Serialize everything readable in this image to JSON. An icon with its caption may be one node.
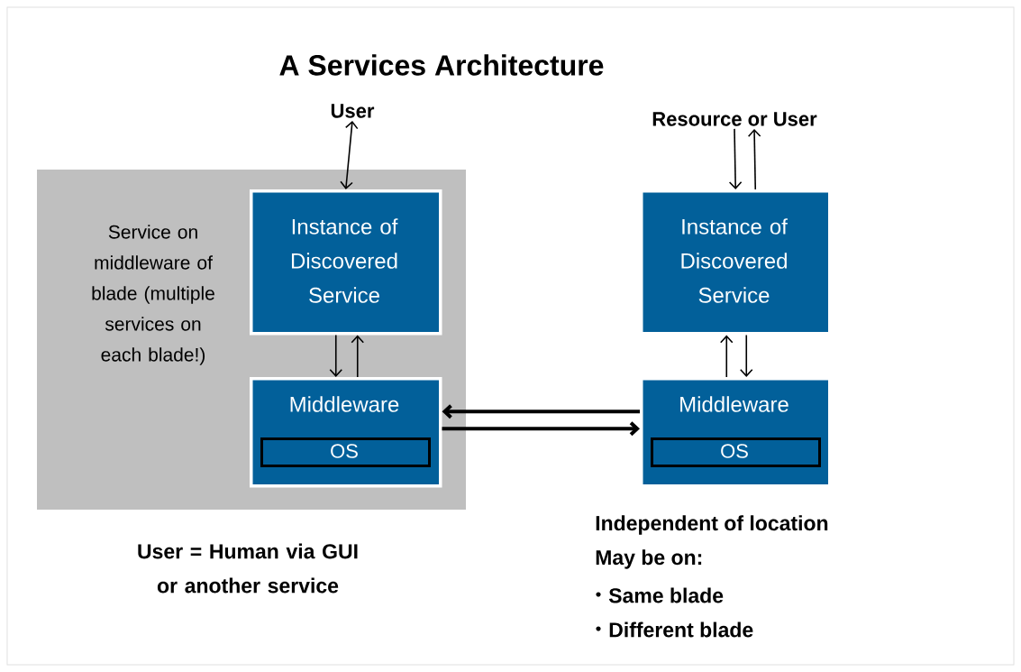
{
  "diagram": {
    "title": "A Services Architecture",
    "nodes": [
      {
        "text": [
          "Service on middleware of blade (multiple services on each blade!)"
        ]
      },
      {
        "text": [
          "Instance of Discovered Service"
        ],
        "in": 0
      },
      {
        "text": [
          "Middleware"
        ],
        "in": 0
      },
      {
        "text": [
          "OS"
        ],
        "in": 2
      },
      {
        "text": [
          "User"
        ]
      },
      {
        "text": [
          "Resource or User"
        ]
      },
      {
        "text": [
          "Instance of Discovered Service"
        ]
      },
      {
        "text": [
          "Middleware"
        ]
      },
      {
        "text": [
          "OS"
        ],
        "in": 7
      }
    ],
    "edges": [
      {
        "from": 4,
        "to": 1,
        "arrow": "both"
      },
      {
        "from": 1,
        "to": 2,
        "arrow": "to"
      },
      {
        "from": 2,
        "to": 1,
        "arrow": "to"
      },
      {
        "from": 7,
        "to": 2,
        "arrow": "to",
        "style": "thick"
      },
      {
        "from": 2,
        "to": 7,
        "arrow": "to",
        "style": "thick"
      },
      {
        "from": 5,
        "to": 6,
        "arrow": "to"
      },
      {
        "from": 6,
        "to": 5,
        "arrow": "to"
      },
      {
        "from": 7,
        "to": 6,
        "arrow": "to"
      },
      {
        "from": 6,
        "to": 7,
        "arrow": "to"
      }
    ],
    "labels": [
      "User = Human via GUI or another service",
      "Independent of location",
      "May be on:",
      "Same blade",
      "Different blade"
    ]
  }
}
